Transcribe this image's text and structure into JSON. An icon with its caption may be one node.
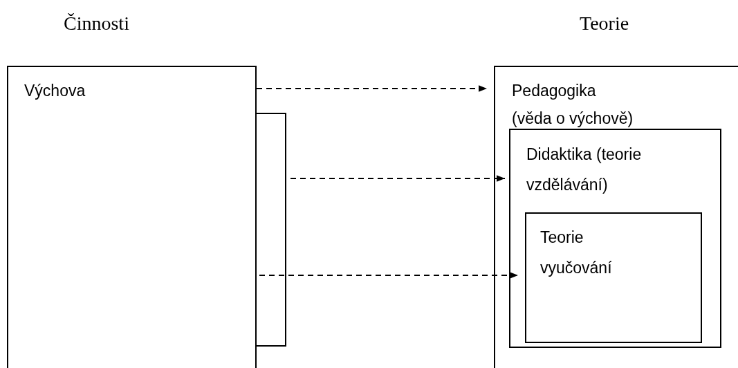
{
  "diagram": {
    "nodes": [
      {
        "text": [
          "Výchova"
        ]
      },
      {
        "text": [],
        "shape": "box"
      },
      {
        "text": [
          "Pedagogika",
          "(věda o výchově)"
        ]
      },
      {
        "text": [
          "Didaktika (teorie vzdělávání)"
        ],
        "in": 2
      },
      {
        "text": [
          "Teorie vyučování"
        ],
        "in": 3
      }
    ],
    "edges": [
      {
        "from": 0,
        "to": 2,
        "arrow": "to",
        "style": "dashed"
      },
      {
        "from": 1,
        "to": 3,
        "arrow": "to",
        "style": "dashed"
      },
      {
        "from": 1,
        "to": 4,
        "arrow": "to",
        "style": "dashed"
      }
    ],
    "labels": [
      "Činnosti",
      "Teorie"
    ]
  }
}
